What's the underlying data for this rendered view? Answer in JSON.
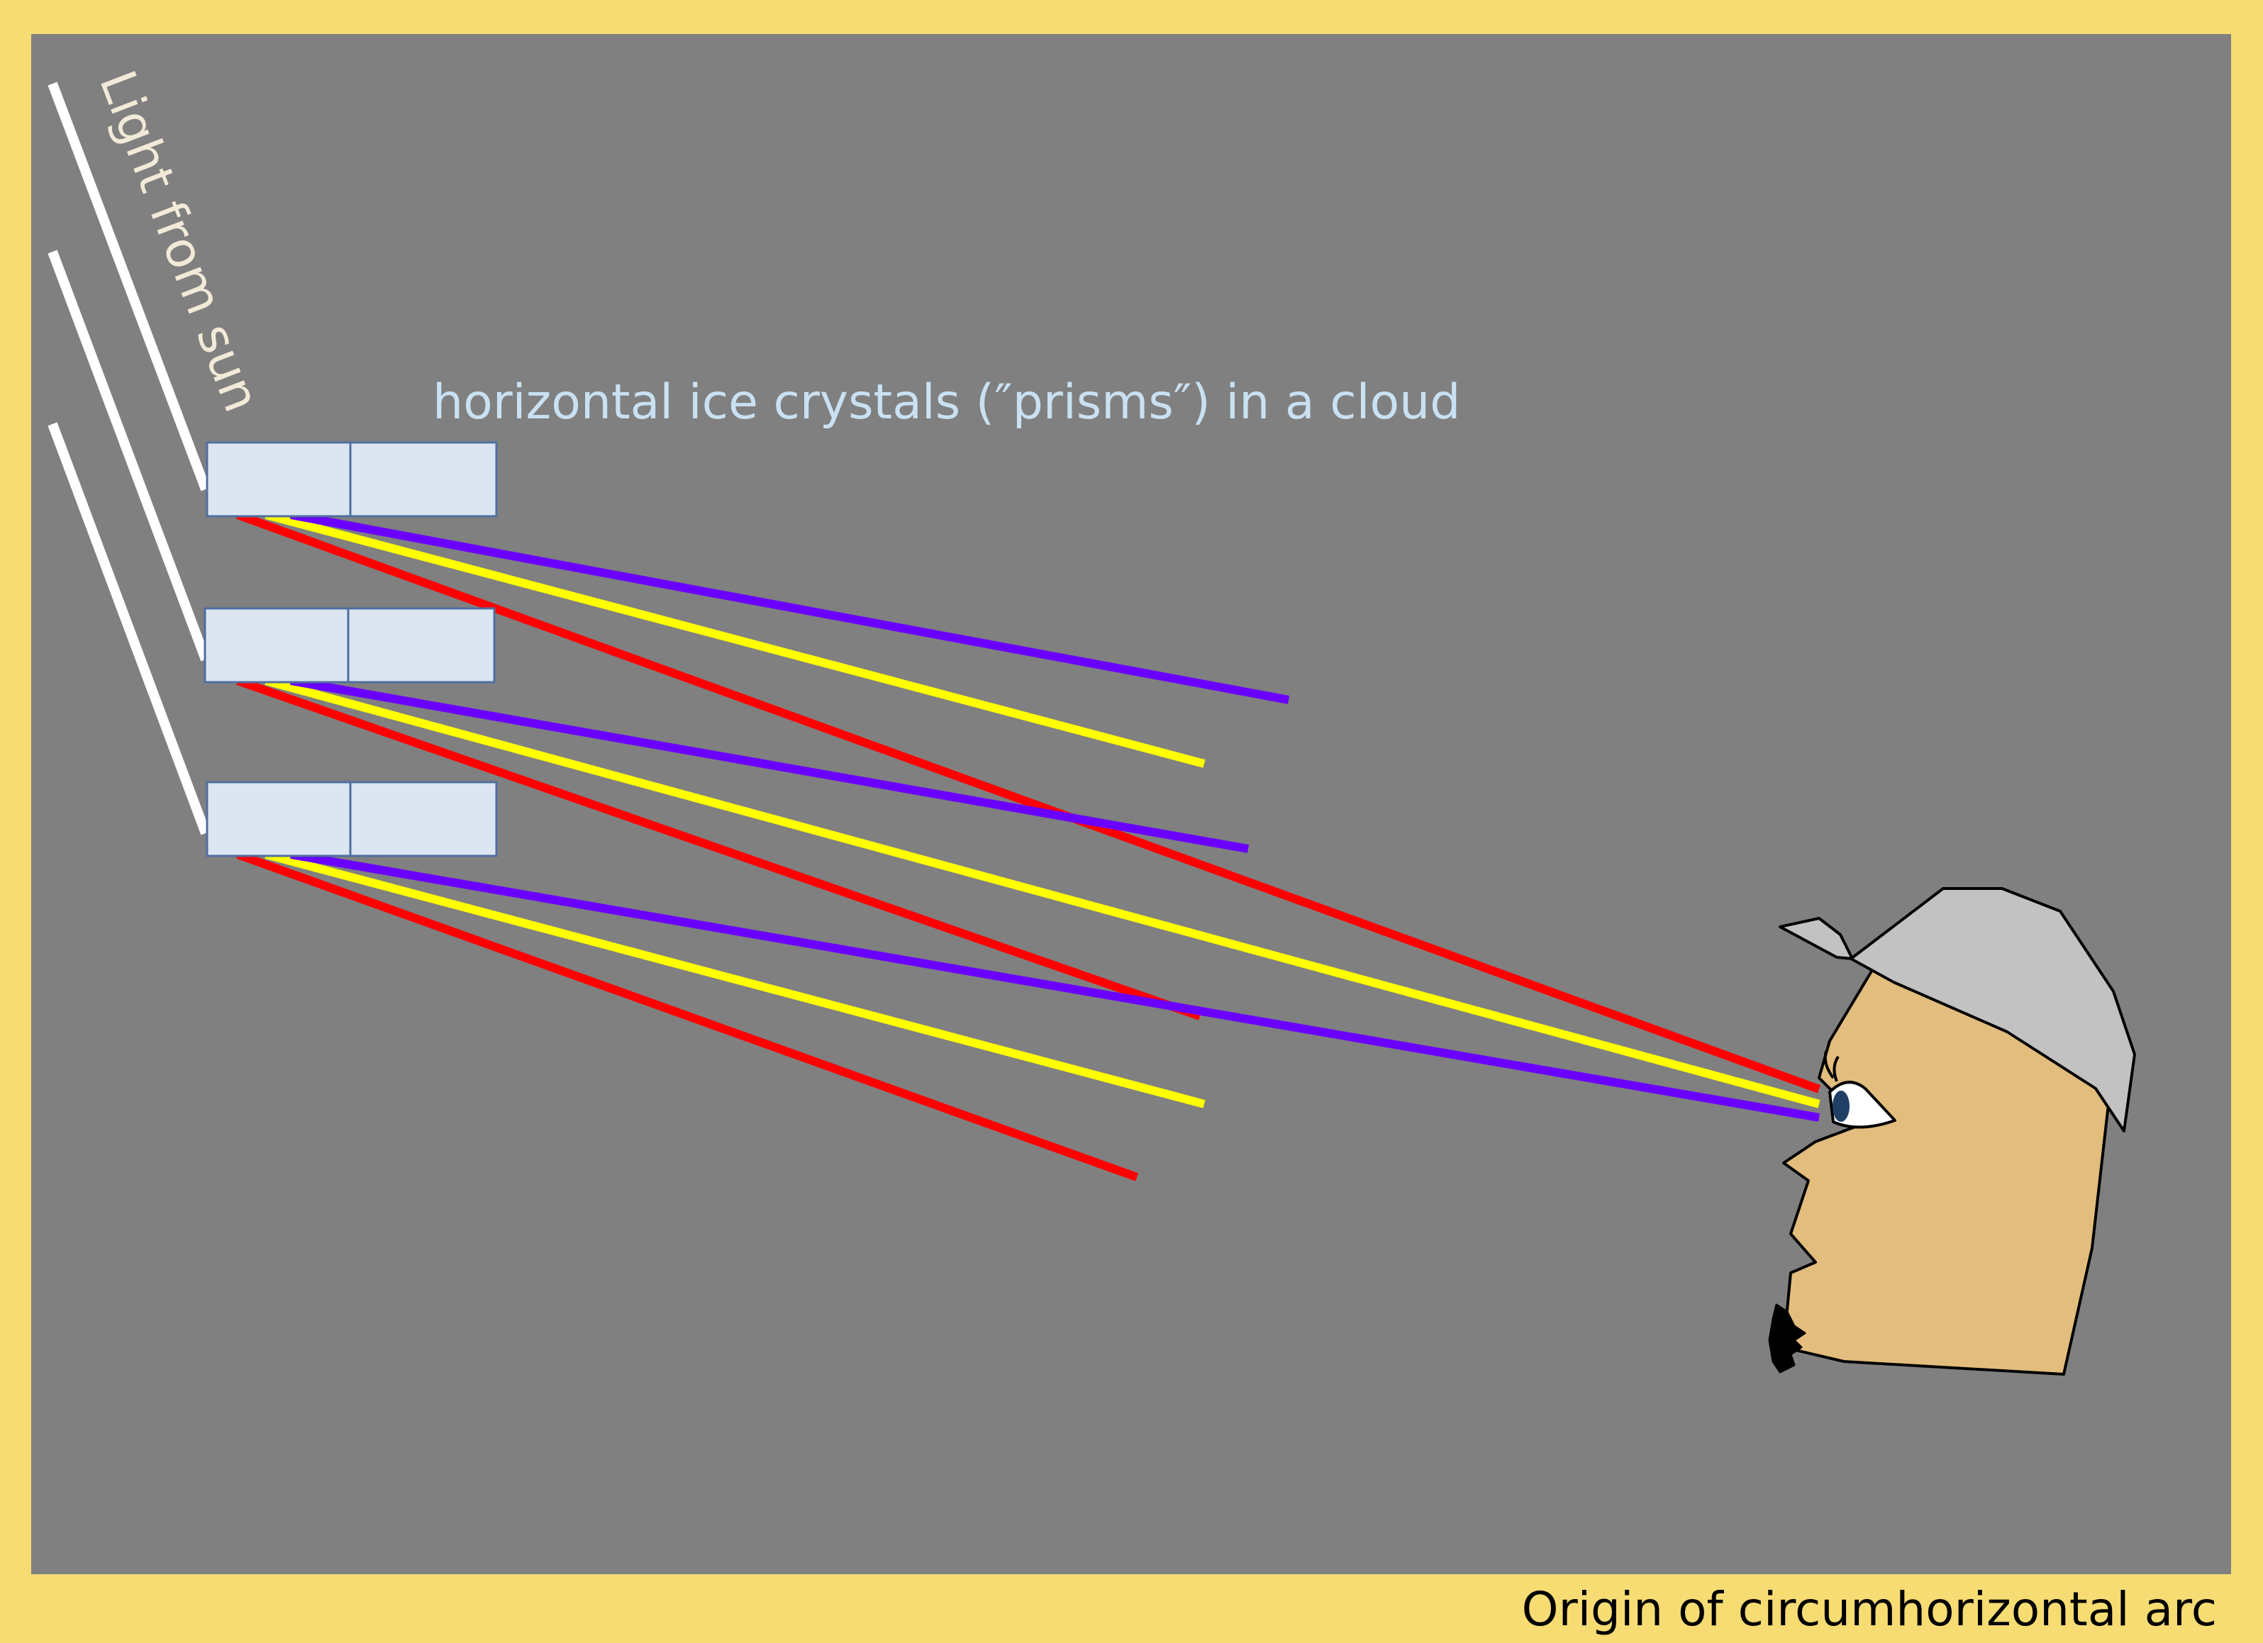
{
  "labels": {
    "sun_light": "Light from sun",
    "crystals": "horizontal ice crystals (″prisms″) in a cloud",
    "caption": "Origin of circumhorizontal arc"
  },
  "colors": {
    "frame": "#f6dc73",
    "panel": "#808080",
    "sun_rays": "#ffffff",
    "crystal_fill": "#dce6f2",
    "crystal_stroke": "#4f6fa0",
    "red_ray": "#ff0000",
    "yellow_ray": "#ffff00",
    "violet_ray": "#6a00ff",
    "skin": "#e2bd7d",
    "cap": "#c2c2c2"
  },
  "crystals": [
    {
      "name": "top-crystal"
    },
    {
      "name": "middle-crystal"
    },
    {
      "name": "bottom-crystal"
    }
  ],
  "ray_colors": [
    "red",
    "yellow",
    "violet"
  ]
}
